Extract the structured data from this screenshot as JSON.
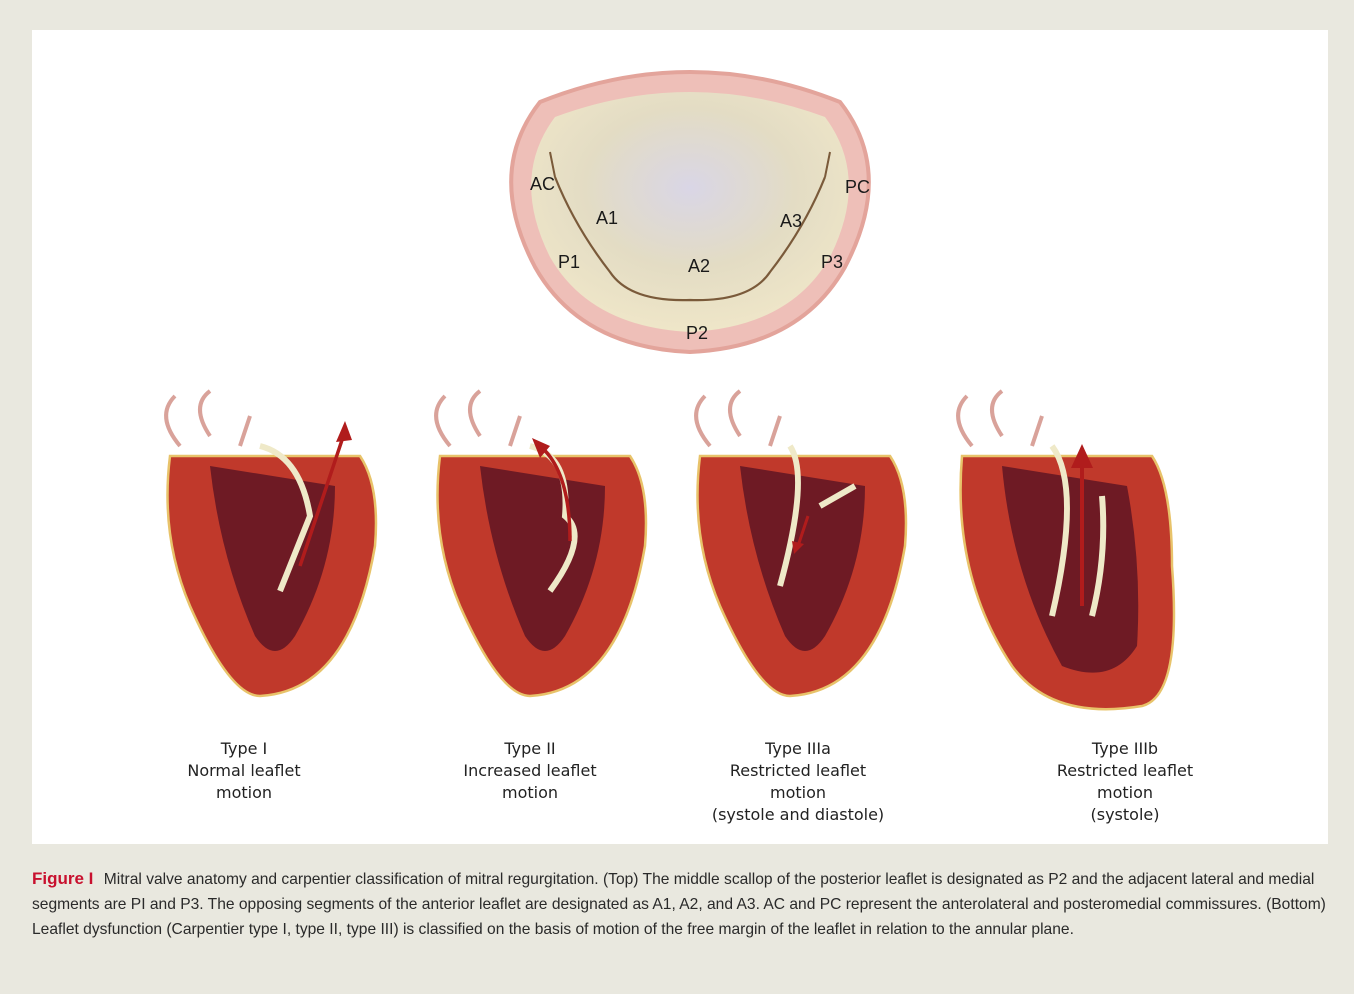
{
  "valve": {
    "labels": [
      "AC",
      "PC",
      "A1",
      "A3",
      "P1",
      "A2",
      "P3",
      "P2"
    ]
  },
  "types": [
    {
      "lines": [
        "Type I",
        "Normal leaflet",
        "motion"
      ]
    },
    {
      "lines": [
        "Type II",
        "Increased leaflet",
        "motion"
      ]
    },
    {
      "lines": [
        "Type IIIa",
        "Restricted leaflet",
        "motion",
        "(systole and diastole)"
      ]
    },
    {
      "lines": [
        "Type IIIb",
        "Restricted leaflet",
        "motion",
        "(systole)"
      ]
    }
  ],
  "caption": {
    "label": "Figure I",
    "text": "Mitral valve anatomy and carpentier classification of mitral regurgitation. (Top) The middle scallop of the posterior leaflet is designated as P2 and the adjacent lateral and medial segments are PI and P3. The opposing segments of the anterior leaflet are designated as A1, A2, and A3. AC and PC represent the anterolateral and posteromedial commissures. (Bottom) Leaflet dysfunction (Carpentier type I, type II, type III) is classified on the basis of motion of the free margin of the leaflet in relation to the annular plane."
  },
  "colors": {
    "myocardium": "#c0392b",
    "cavity": "#6e1a24",
    "annulus": "#e9a8a0",
    "leaflet": "#efe9c8",
    "arrow": "#b01c1c",
    "caption_label": "#c8102e"
  }
}
